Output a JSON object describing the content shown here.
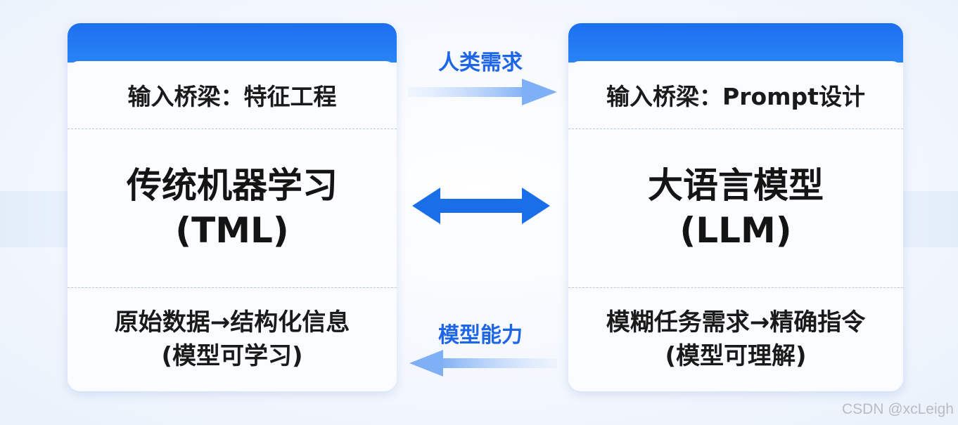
{
  "left_card": {
    "input_bridge": "输入桥梁：特征工程",
    "title": "传统机器学习",
    "abbr": "(TML)",
    "transform_line1": "原始数据→结构化信息",
    "transform_line2": "(模型可学习)"
  },
  "right_card": {
    "input_bridge": "输入桥梁：Prompt设计",
    "title": "大语言模型",
    "abbr": "(LLM)",
    "transform_line1": "模糊任务需求→精确指令",
    "transform_line2": "(模型可理解)"
  },
  "arrows": {
    "top_label": "人类需求",
    "bottom_label": "模型能力"
  },
  "watermark": "CSDN @xcLeigh",
  "colors": {
    "header_blue": "#1c6ff0",
    "label_blue": "#1e66e6",
    "arrow_blue": "#1a6fe8"
  }
}
